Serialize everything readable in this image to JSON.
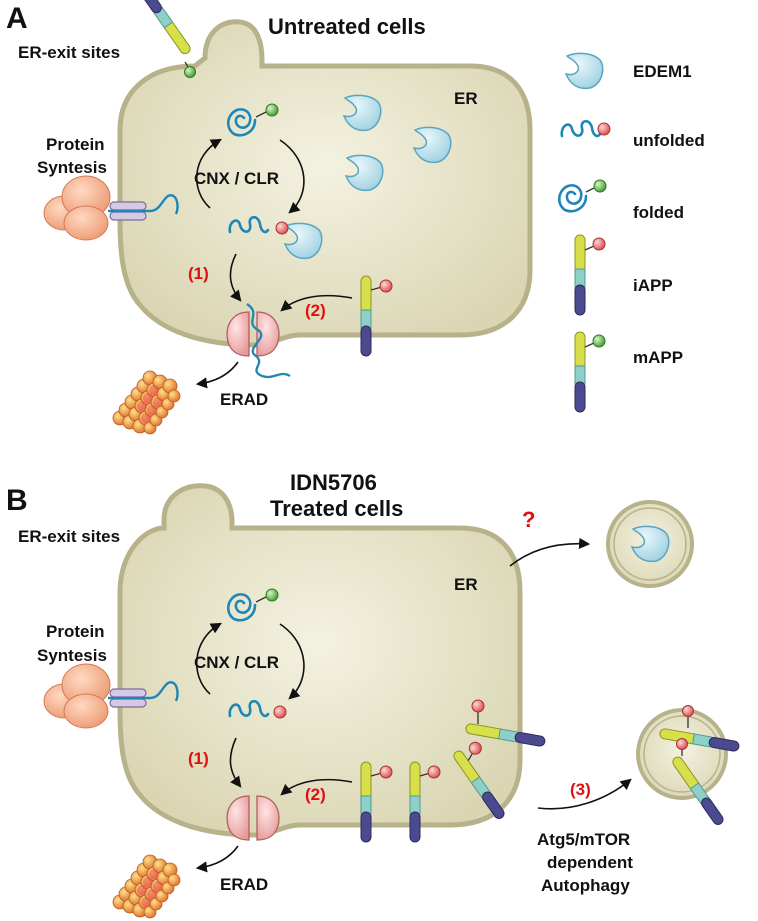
{
  "panel_a": {
    "letter": "A",
    "title": "Untreated cells",
    "er_exit": "ER-exit sites",
    "er": "ER",
    "protein_line1": "Protein",
    "protein_line2": "Syntesis",
    "cycle": "CNX / CLR",
    "step1": "(1)",
    "step2": "(2)",
    "erad": "ERAD"
  },
  "legend": {
    "items": [
      {
        "label": "EDEM1",
        "icon": "edem1-icon"
      },
      {
        "label": "unfolded",
        "icon": "unfolded-protein-icon"
      },
      {
        "label": "folded",
        "icon": "folded-protein-icon"
      },
      {
        "label": "iAPP",
        "icon": "iapp-icon"
      },
      {
        "label": "mAPP",
        "icon": "mapp-icon"
      }
    ]
  },
  "panel_b": {
    "letter": "B",
    "title_line1": "IDN5706",
    "title_line2": "Treated cells",
    "er_exit": "ER-exit sites",
    "er": "ER",
    "protein_line1": "Protein",
    "protein_line2": "Syntesis",
    "cycle": "CNX / CLR",
    "step1": "(1)",
    "step2": "(2)",
    "step3": "(3)",
    "question": "?",
    "erad": "ERAD",
    "autophagy_line1": "Atg5/mTOR",
    "autophagy_line2": "dependent",
    "autophagy_line3": "Autophagy"
  },
  "colors": {
    "er_fill": "#e6e3c6",
    "er_stroke": "#b8b28a",
    "edem": "#bfe3ee",
    "chain": "#1f86b8",
    "step_red": "#e01010",
    "app_yellow": "#d7df4a",
    "app_teal": "#8ed0c8",
    "app_purple": "#4b4a8e",
    "ball_red": "#e87c7c",
    "ball_green": "#66bb55"
  }
}
